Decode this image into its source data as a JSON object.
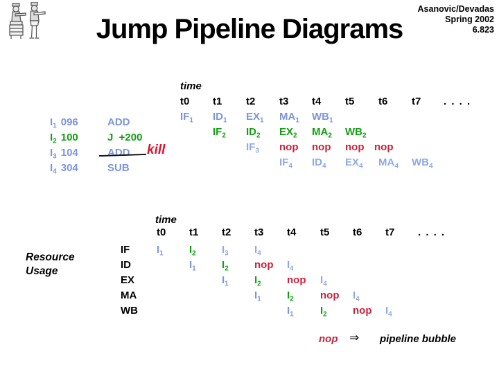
{
  "slide": {
    "title": "Jump Pipeline Diagrams",
    "course": {
      "line1": "Asanovic/Devadas",
      "line2": "Spring 2002",
      "line3": "6.823"
    },
    "logo_icon": "egyptian-figures-logo"
  },
  "colors": {
    "instruction_blue": "#7d95dc",
    "instruction_light_blue": "#90a8e7",
    "jump_green": "#12a012",
    "nop_red": "#cf203c",
    "kill_red": "#e3112e",
    "text_black": "#000000"
  },
  "program": {
    "rows": [
      {
        "label": "I",
        "sub": "1",
        "addr": "096",
        "instr": "ADD"
      },
      {
        "label": "I",
        "sub": "2",
        "addr": "100",
        "instr": "J  +200"
      },
      {
        "label": "I",
        "sub": "3",
        "addr": "104",
        "instr": "ADD"
      },
      {
        "label": "I",
        "sub": "4",
        "addr": "304",
        "instr": "SUB"
      }
    ],
    "kill_label": "kill"
  },
  "pipeline": {
    "time_label": "time",
    "cols": [
      "t0",
      "t1",
      "t2",
      "t3",
      "t4",
      "t5",
      "t6",
      "t7"
    ],
    "dots": ". . . .",
    "rows": [
      {
        "cells": [
          {
            "b": "IF",
            "s": "1",
            "t": 0
          },
          {
            "b": "ID",
            "s": "1",
            "t": 1
          },
          {
            "b": "EX",
            "s": "1",
            "t": 2
          },
          {
            "b": "MA",
            "s": "1",
            "t": 3
          },
          {
            "b": "WB",
            "s": "1",
            "t": 4
          }
        ]
      },
      {
        "cells": [
          {
            "b": "IF",
            "s": "2",
            "t": 1
          },
          {
            "b": "ID",
            "s": "2",
            "t": 2
          },
          {
            "b": "EX",
            "s": "2",
            "t": 3
          },
          {
            "b": "MA",
            "s": "2",
            "t": 4
          },
          {
            "b": "WB",
            "s": "2",
            "t": 5
          }
        ]
      },
      {
        "cells": [
          {
            "b": "IF",
            "s": "3",
            "t": 2
          },
          {
            "b": "nop",
            "s": "",
            "t": 3
          },
          {
            "b": "nop",
            "s": "",
            "t": 4
          },
          {
            "b": "nop",
            "s": "",
            "t": 5
          },
          {
            "b": "nop",
            "s": "",
            "t": 6
          }
        ]
      },
      {
        "cells": [
          {
            "b": "IF",
            "s": "4",
            "t": 3
          },
          {
            "b": "ID",
            "s": "4",
            "t": 4
          },
          {
            "b": "EX",
            "s": "4",
            "t": 5
          },
          {
            "b": "MA",
            "s": "4",
            "t": 6
          },
          {
            "b": "WB",
            "s": "4",
            "t": 7
          }
        ]
      }
    ]
  },
  "resource": {
    "label_line1": "Resource",
    "label_line2": "Usage",
    "time_label": "time",
    "cols": [
      "t0",
      "t1",
      "t2",
      "t3",
      "t4",
      "t5",
      "t6",
      "t7"
    ],
    "dots": ". . . .",
    "stages": [
      "IF",
      "ID",
      "EX",
      "MA",
      "WB"
    ],
    "rows": [
      {
        "stage": "IF",
        "cells": [
          {
            "b": "I",
            "s": "1",
            "t": 0
          },
          {
            "b": "I",
            "s": "2",
            "t": 1
          },
          {
            "b": "I",
            "s": "3",
            "t": 2
          },
          {
            "b": "I",
            "s": "4",
            "t": 3
          }
        ]
      },
      {
        "stage": "ID",
        "cells": [
          {
            "b": "I",
            "s": "1",
            "t": 1
          },
          {
            "b": "I",
            "s": "2",
            "t": 2
          },
          {
            "b": "nop",
            "s": "",
            "t": 3
          },
          {
            "b": "I",
            "s": "4",
            "t": 4
          }
        ]
      },
      {
        "stage": "EX",
        "cells": [
          {
            "b": "I",
            "s": "1",
            "t": 2
          },
          {
            "b": "I",
            "s": "2",
            "t": 3
          },
          {
            "b": "nop",
            "s": "",
            "t": 4
          },
          {
            "b": "I",
            "s": "4",
            "t": 5
          }
        ]
      },
      {
        "stage": "MA",
        "cells": [
          {
            "b": "I",
            "s": "1",
            "t": 3
          },
          {
            "b": "I",
            "s": "2",
            "t": 4
          },
          {
            "b": "nop",
            "s": "",
            "t": 5
          },
          {
            "b": "I",
            "s": "4",
            "t": 6
          }
        ]
      },
      {
        "stage": "WB",
        "cells": [
          {
            "b": "I",
            "s": "1",
            "t": 4
          },
          {
            "b": "I",
            "s": "2",
            "t": 5
          },
          {
            "b": "nop",
            "s": "",
            "t": 6
          },
          {
            "b": "I",
            "s": "4",
            "t": 7
          }
        ]
      }
    ]
  },
  "footnote": {
    "nop": "nop",
    "arrow": "⇒",
    "text": "pipeline bubble"
  }
}
